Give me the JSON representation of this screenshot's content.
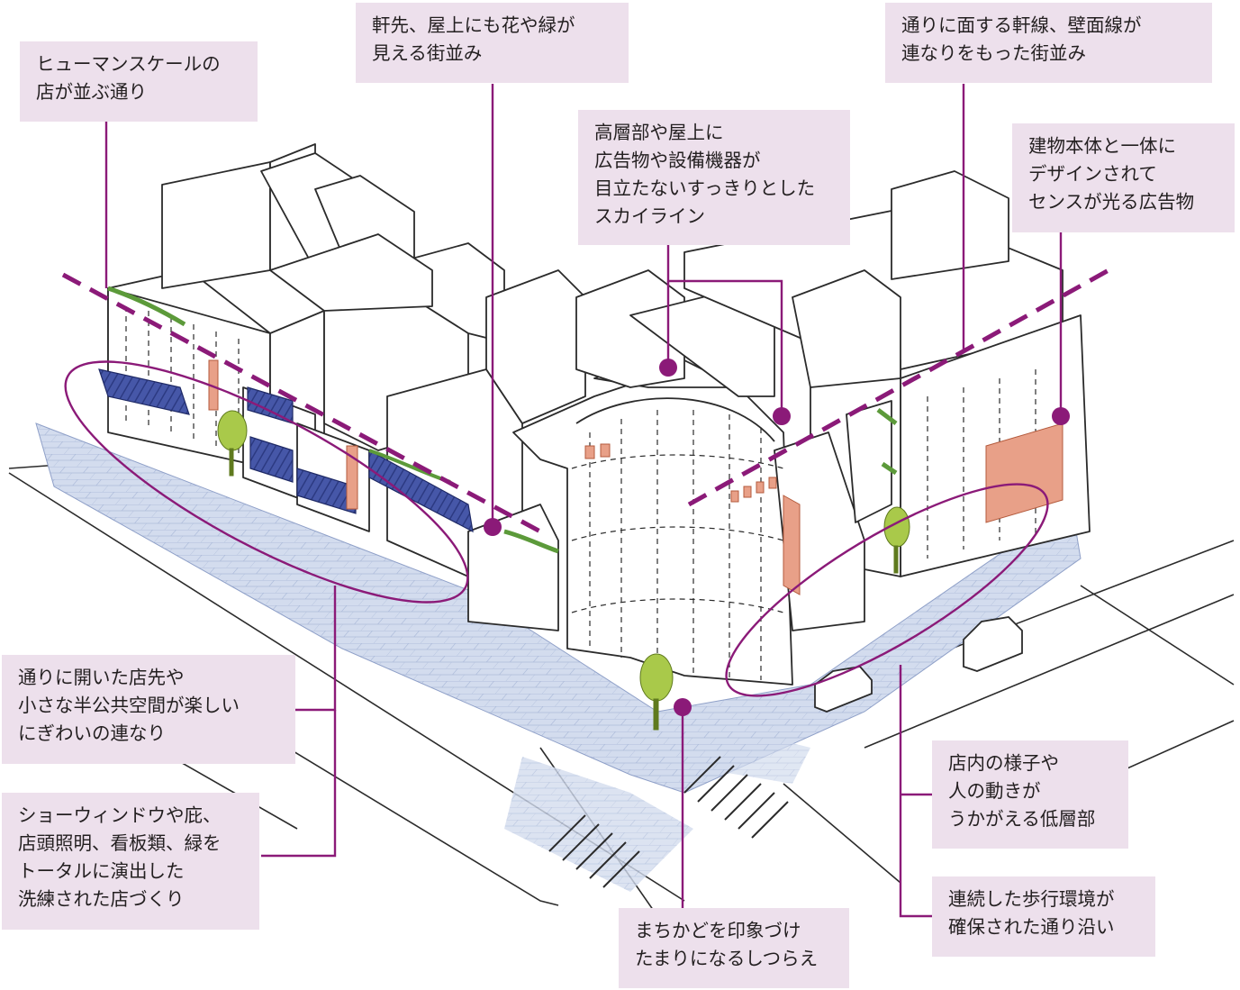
{
  "colors": {
    "callout_bg": "#ede0ec",
    "leader": "#8b1a78",
    "sketch_line": "#2b2b2b",
    "sidewalk": "#cfd9ec",
    "awning": "#3f53a3",
    "greenery": "#a9c94a",
    "signage": "#e8a088"
  },
  "callouts": {
    "human_scale": {
      "lines": [
        "ヒューマンスケールの",
        "店が並ぶ通り"
      ]
    },
    "eaves_greenery": {
      "lines": [
        "軒先、屋上にも花や緑が",
        "見える街並み"
      ]
    },
    "facade_line": {
      "lines": [
        "通りに面する軒線、壁面線が",
        "連なりをもった街並み"
      ]
    },
    "skyline": {
      "lines": [
        "高層部や屋上に",
        "広告物や設備機器が",
        "目立たないすっきりとした",
        "スカイライン"
      ]
    },
    "signage": {
      "lines": [
        "建物本体と一体に",
        "デザインされて",
        "センスが光る広告物"
      ]
    },
    "open_storefront": {
      "lines": [
        "通りに開いた店先や",
        "小さな半公共空間が楽しい",
        "にぎわいの連なり"
      ]
    },
    "show_window": {
      "lines": [
        "ショーウィンドウや庇、",
        "店頭照明、看板類、緑を",
        "トータルに演出した",
        "洗練された店づくり"
      ]
    },
    "corner": {
      "lines": [
        "まちかどを印象づけ",
        "たまりになるしつらえ"
      ]
    },
    "interior_visible": {
      "lines": [
        "店内の様子や",
        "人の動きが",
        "うかがえる低層部"
      ]
    },
    "walkway": {
      "lines": [
        "連続した歩行環境が",
        "確保された通り沿い"
      ]
    }
  }
}
